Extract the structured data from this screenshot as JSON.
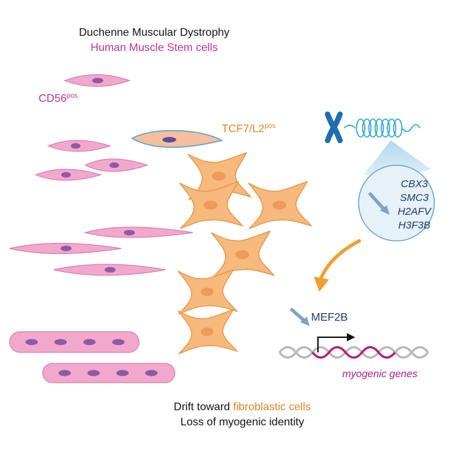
{
  "header": {
    "line1": "Duchenne Muscular Dystrophy",
    "line2": "Human Muscle Stem cells"
  },
  "labels": {
    "cd56_base": "CD56",
    "cd56_sup": "pos",
    "tcf_base": "TCF7/L2",
    "tcf_sup": "pos",
    "mef2b": "MEF2B",
    "myogenic_genes": "myogenic genes"
  },
  "genes": [
    "CBX3",
    "SMC3",
    "H2AFV",
    "H3F3B"
  ],
  "footer": {
    "line1_prefix": "Drift toward ",
    "line1_highlight": "fibroblastic cells",
    "line2": "Loss of myogenic identity"
  },
  "icons": {
    "chromosome": "chromosome-icon",
    "chromatin": "chromatin-coil-icon",
    "down_arrow": "down-arrow-icon",
    "dna": "dna-helix-icon",
    "transcription": "transcription-start-arrow-icon"
  },
  "colors": {
    "magenta": "#c8328c",
    "orange": "#e8821e",
    "navy": "#1e3c6e",
    "pink_cell": "#f2a8cc",
    "pink_stroke": "#d880ad",
    "nucleus_purple": "#8e5aa6",
    "orange_cell": "#f7b97c",
    "orange_stroke": "#e69a50",
    "orange_nucleus": "#ef9a5c",
    "circle_fill": "#e6f1f8",
    "circle_stroke": "#6aa6c8",
    "steel_arrow": "#7fa3c8",
    "arrow_orange": "#f0a030"
  }
}
